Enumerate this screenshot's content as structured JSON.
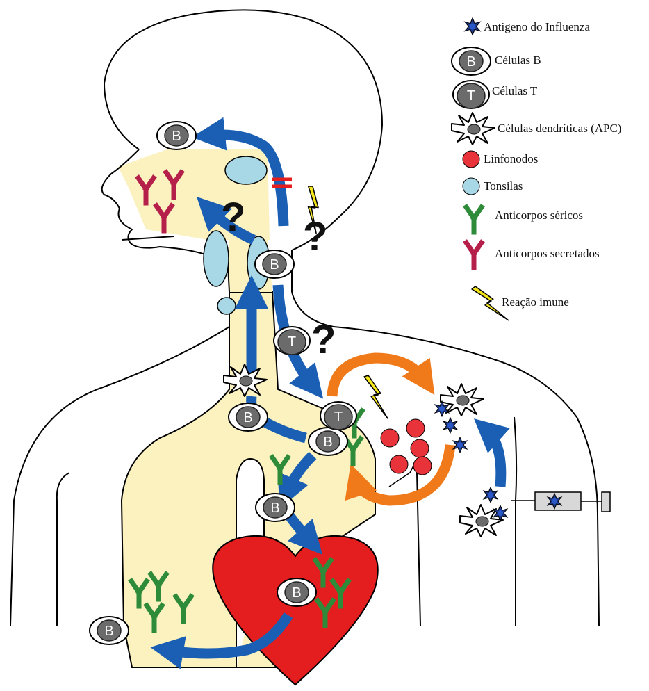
{
  "legend": {
    "items": [
      {
        "id": "antigen",
        "label": "Antigeno do Influenza"
      },
      {
        "id": "bcell",
        "label": "Células B"
      },
      {
        "id": "tcell",
        "label": "Células T"
      },
      {
        "id": "dendritic",
        "label": "Células dendríticas (APC)"
      },
      {
        "id": "lymph",
        "label": "Linfonodos"
      },
      {
        "id": "tonsil",
        "label": "Tonsilas"
      },
      {
        "id": "serum_ab",
        "label": "Anticorpos séricos"
      },
      {
        "id": "secreted_ab",
        "label": "Anticorpos secretados"
      },
      {
        "id": "immune",
        "label": "Reação imune"
      }
    ]
  },
  "cells": {
    "b_letter": "B",
    "t_letter": "T"
  },
  "question_mark": "?",
  "colors": {
    "skin_fill": "#fbf2c0",
    "outline": "#000000",
    "blue_arrow": "#1a5fb4",
    "orange_arrow": "#f07a1a",
    "heart": "#e41e1e",
    "lymph_node": "#e8333a",
    "tonsil": "#a8d8e6",
    "serum_antibody": "#2e8b3a",
    "secreted_antibody": "#b5204a",
    "lightning": "#f5e61c",
    "antigen": "#1e3a8a",
    "cell_gray": "#6b6b6b",
    "equal_sign": "#e41e1e"
  }
}
